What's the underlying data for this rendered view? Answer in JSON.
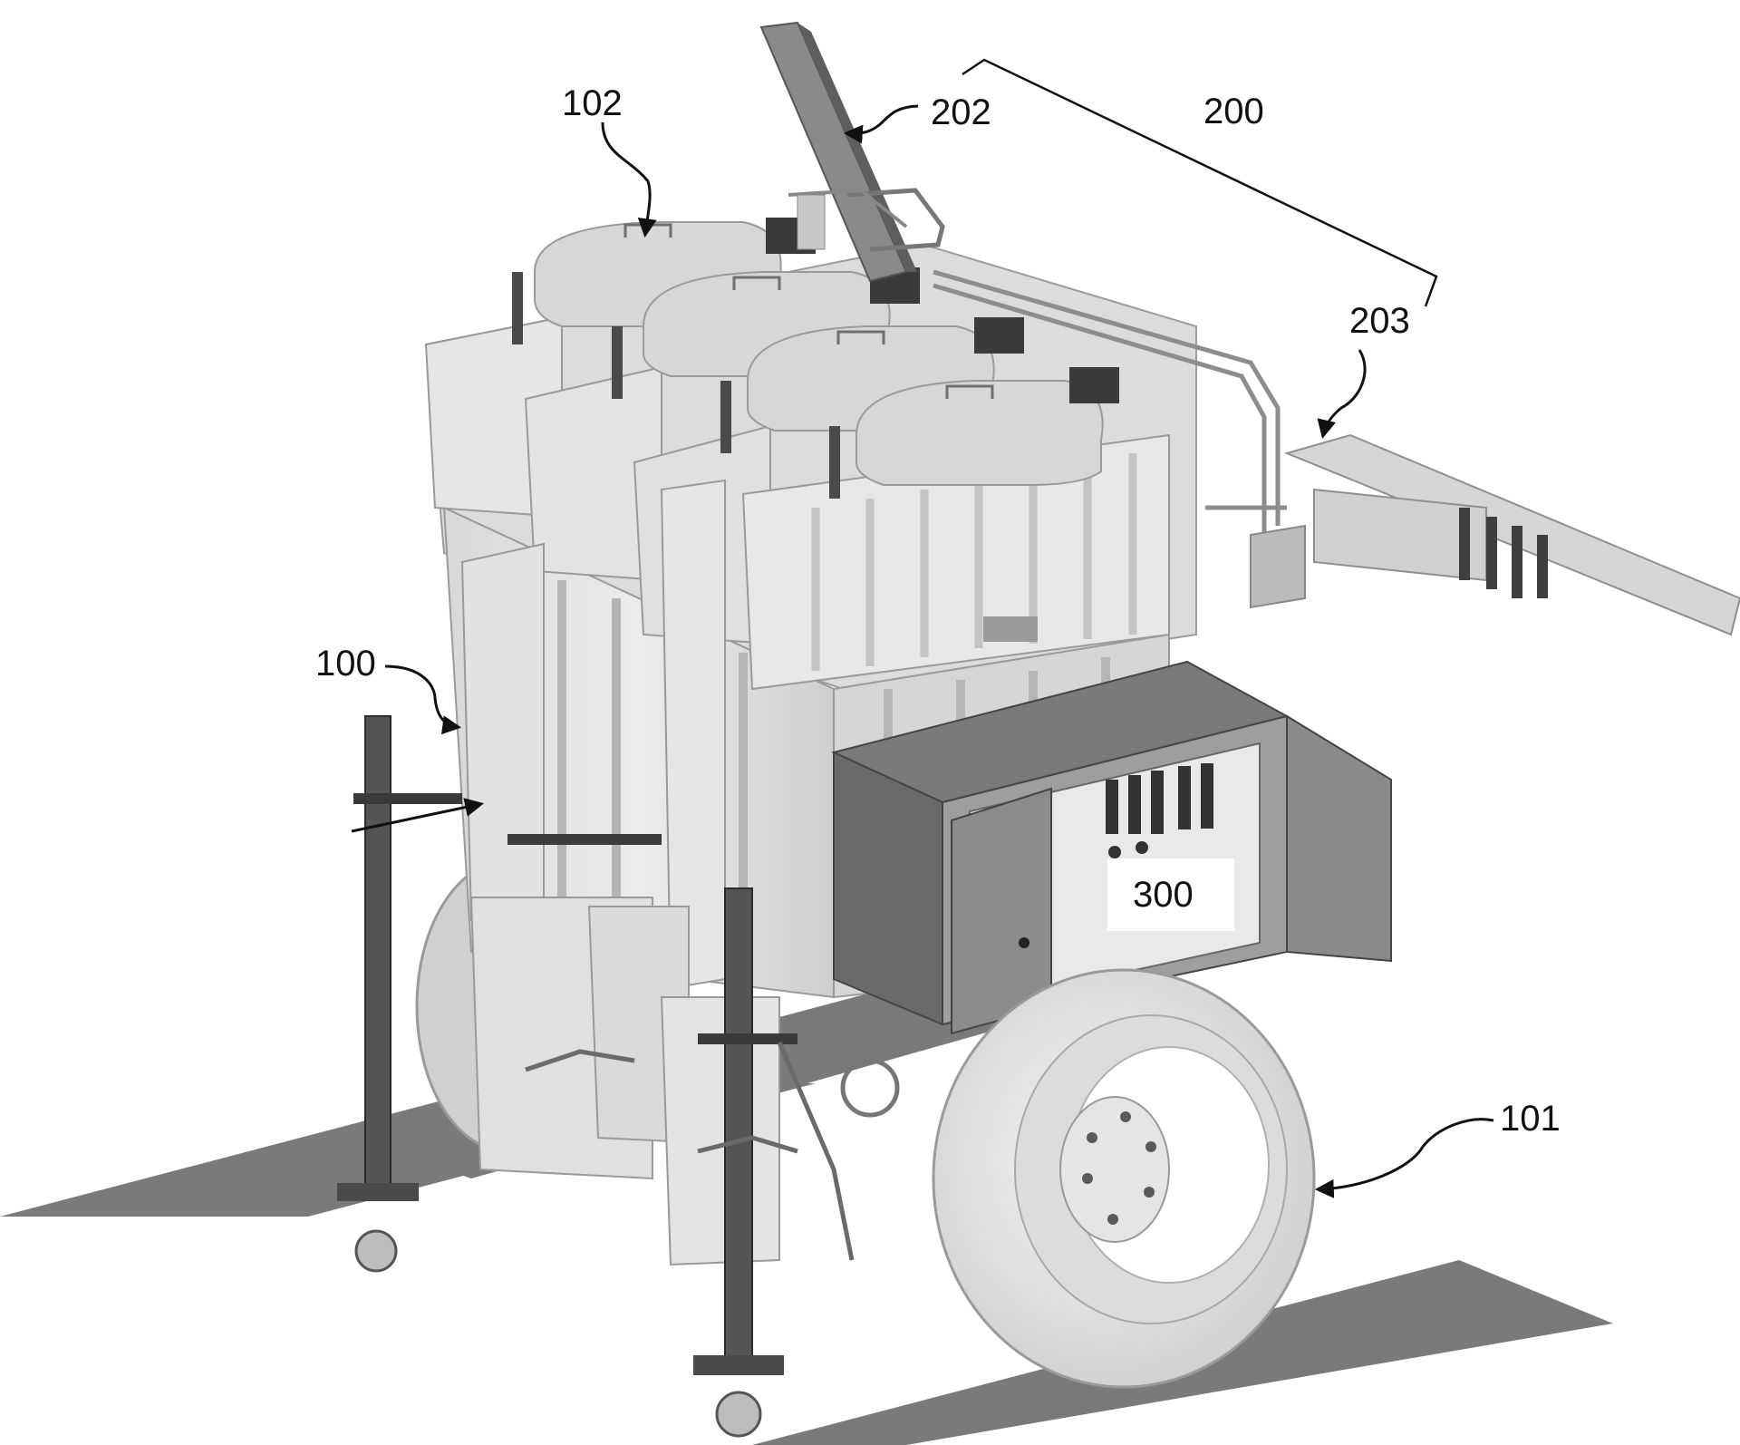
{
  "labels": {
    "machine": "100",
    "wheel": "101",
    "lids": "102",
    "arm_assembly": "200",
    "upper_arm": "202",
    "boom": "203",
    "control_box": "300"
  },
  "colors": {
    "ground": "#7a7a7a",
    "body_light": "#e4e4e4",
    "body_mid": "#cfcfcf",
    "body_shadow": "#b8b8b8",
    "dark_panel": "#6a6a6a",
    "metal_dark": "#3d3d3d",
    "tire": "#ececec",
    "ink": "#111111"
  }
}
